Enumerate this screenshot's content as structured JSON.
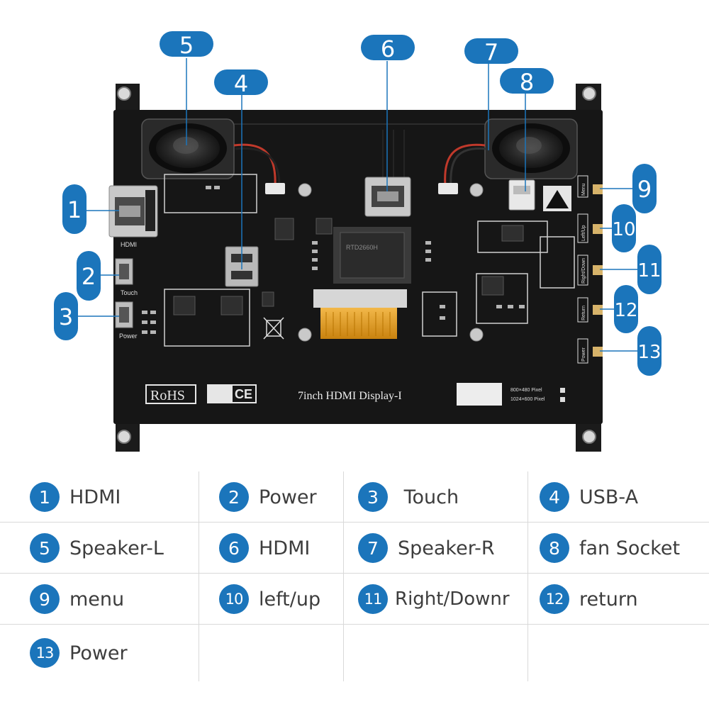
{
  "board": {
    "port_labels": {
      "hdmi": "HDMI",
      "touch": "Touch",
      "power": "Power",
      "menu": "Menu",
      "left_up": "Left/Up",
      "right_down": "Right/Down",
      "return": "Return",
      "power_btn": "Power"
    },
    "certifications": {
      "rohs": "RoHS",
      "ce": "CE"
    },
    "product_name": "7inch  HDMI  Display-I",
    "resolution_1": "800×480  Pixel",
    "resolution_2": "1024×600  Pixel",
    "chip_text": "RTD2660H",
    "colors": {
      "board": "#161616",
      "callout": "#1b75bb",
      "ribbon": "#e8a317"
    }
  },
  "callouts": [
    {
      "num": "1",
      "target": "HDMI"
    },
    {
      "num": "2",
      "target": "Power"
    },
    {
      "num": "3",
      "target": "Touch"
    },
    {
      "num": "4",
      "target": "USB-A"
    },
    {
      "num": "5",
      "target": "Speaker-L"
    },
    {
      "num": "6",
      "target": "HDMI"
    },
    {
      "num": "7",
      "target": "Speaker-R"
    },
    {
      "num": "8",
      "target": "fan Socket"
    },
    {
      "num": "9",
      "target": "menu"
    },
    {
      "num": "10",
      "target": "left/up"
    },
    {
      "num": "11",
      "target": "Right/Downr"
    },
    {
      "num": "12",
      "target": "return"
    },
    {
      "num": "13",
      "target": "Power"
    }
  ],
  "legend": {
    "rows": [
      [
        {
          "num": "1",
          "label": "HDMI"
        },
        {
          "num": "2",
          "label": "Power"
        },
        {
          "num": "3",
          "label": " Touch"
        },
        {
          "num": "4",
          "label": "USB-A"
        }
      ],
      [
        {
          "num": "5",
          "label": "Speaker-L"
        },
        {
          "num": "6",
          "label": "HDMI"
        },
        {
          "num": "7",
          "label": "Speaker-R"
        },
        {
          "num": "8",
          "label": "fan Socket"
        }
      ],
      [
        {
          "num": "9",
          "label": "menu"
        },
        {
          "num": "10",
          "label": "left/up"
        },
        {
          "num": "11",
          "label": "Right/Downr"
        },
        {
          "num": "12",
          "label": "return"
        }
      ],
      [
        {
          "num": "13",
          "label": "Power"
        }
      ]
    ]
  }
}
